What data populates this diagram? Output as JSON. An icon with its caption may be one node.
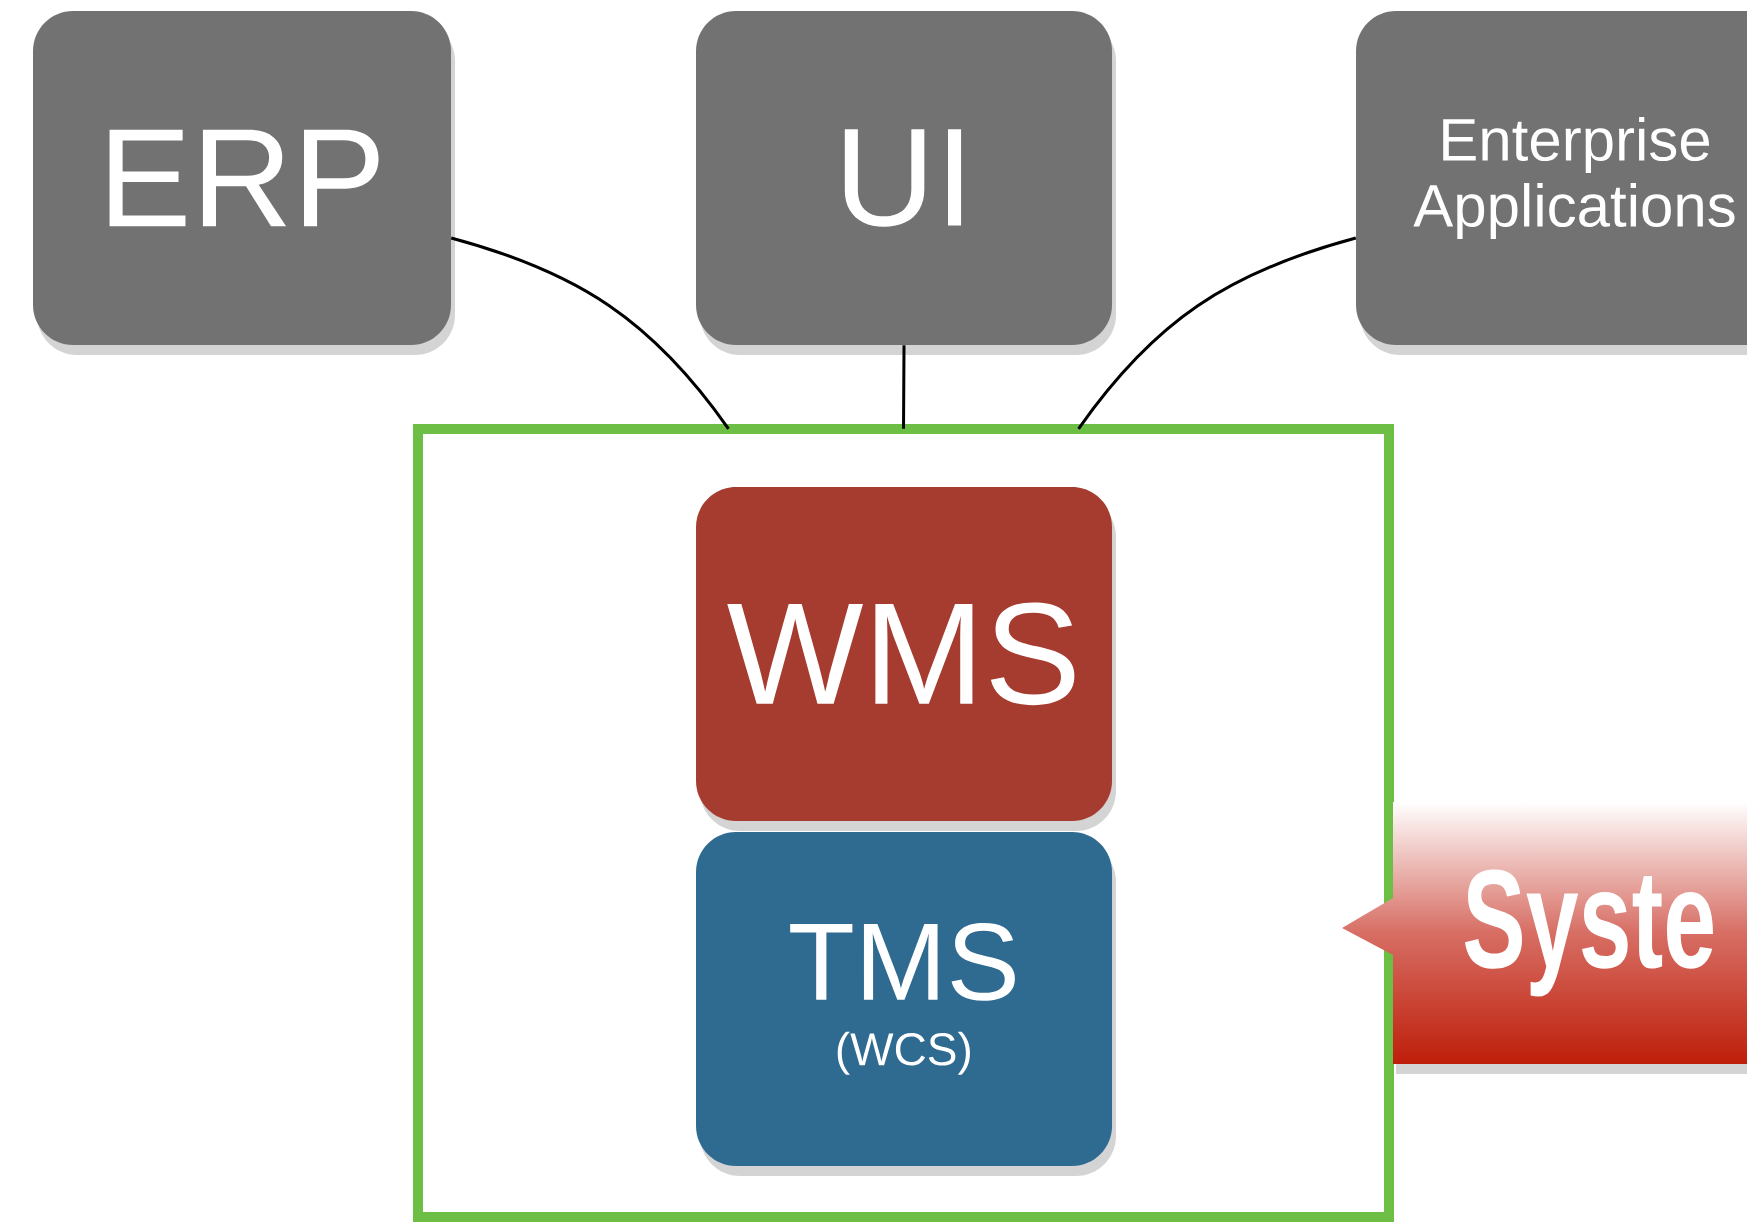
{
  "diagram": {
    "nodes": [
      {
        "text": [
          "ERP"
        ]
      },
      {
        "text": [
          "UI"
        ]
      },
      {
        "text": [
          "Enterprise Applications"
        ]
      },
      {
        "text": [],
        "shape": "box"
      },
      {
        "text": [
          "WMS"
        ],
        "in": 3
      },
      {
        "text": [
          "TMS",
          "(WCS)"
        ],
        "in": 3
      },
      {
        "text": [
          "Syste"
        ]
      }
    ],
    "edges": [
      {
        "from": 0,
        "to": 3,
        "arrow": "none"
      },
      {
        "from": 1,
        "to": 3,
        "arrow": "none"
      },
      {
        "from": 2,
        "to": 3,
        "arrow": "none"
      }
    ]
  }
}
